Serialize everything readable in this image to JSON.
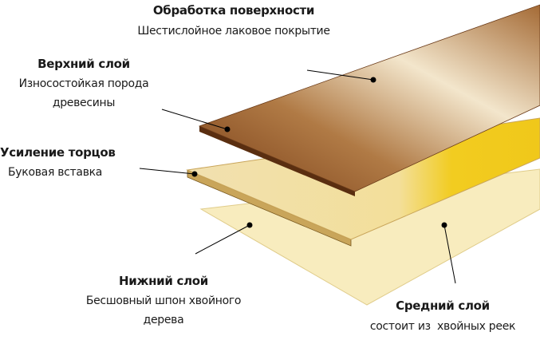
{
  "labels": {
    "surface": {
      "title": "Обработка поверхности",
      "desc": "Шестислойное лаковое покрытие"
    },
    "top_layer": {
      "title": "Верхний слой",
      "desc_line1": "Износостойкая порода",
      "desc_line2": "древесины"
    },
    "end_reinforcement": {
      "title": "Усиление торцов",
      "desc": "Буковая вставка"
    },
    "bottom_layer": {
      "title": "Нижний слой",
      "desc_line1": "Бесшовный шпон хвойного",
      "desc_line2": "дерева"
    },
    "middle_layer": {
      "title": "Средний слой",
      "desc": "состоит из  хвойных реек"
    }
  },
  "colors": {
    "top_wood": "#8a4f22",
    "middle_wood": "#f0dca0",
    "middle_yellow": "#f2c81a",
    "bottom_sheet": "#f8eab8"
  }
}
